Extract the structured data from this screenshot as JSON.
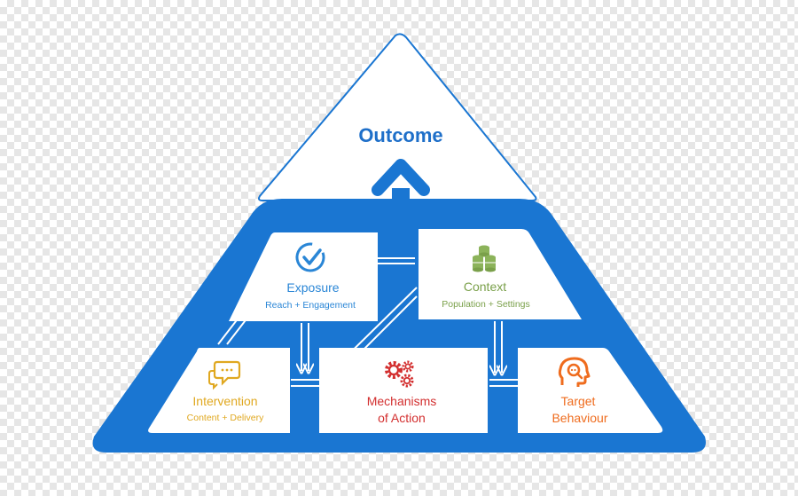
{
  "colors": {
    "blue": "#1a76d2",
    "outcome_text": "#1e6fc9",
    "exposure": "#2a86d6",
    "context": "#7aa04a",
    "intervention": "#e0a820",
    "mechanisms": "#d32f2f",
    "target": "#ef6c1e"
  },
  "outcome": {
    "label": "Outcome"
  },
  "exposure": {
    "title": "Exposure",
    "subtitle": "Reach + Engagement",
    "icon": "check-circle-icon"
  },
  "context": {
    "title": "Context",
    "subtitle": "Population + Settings",
    "icon": "database-stack-icon"
  },
  "intervention": {
    "title": "Intervention",
    "subtitle": "Content + Delivery",
    "icon": "chat-bubbles-icon"
  },
  "mechanisms": {
    "line1": "Mechanisms",
    "line2": "of Action",
    "icon": "gears-icon"
  },
  "target": {
    "line1": "Target",
    "line2": "Behaviour",
    "icon": "head-search-icon"
  }
}
